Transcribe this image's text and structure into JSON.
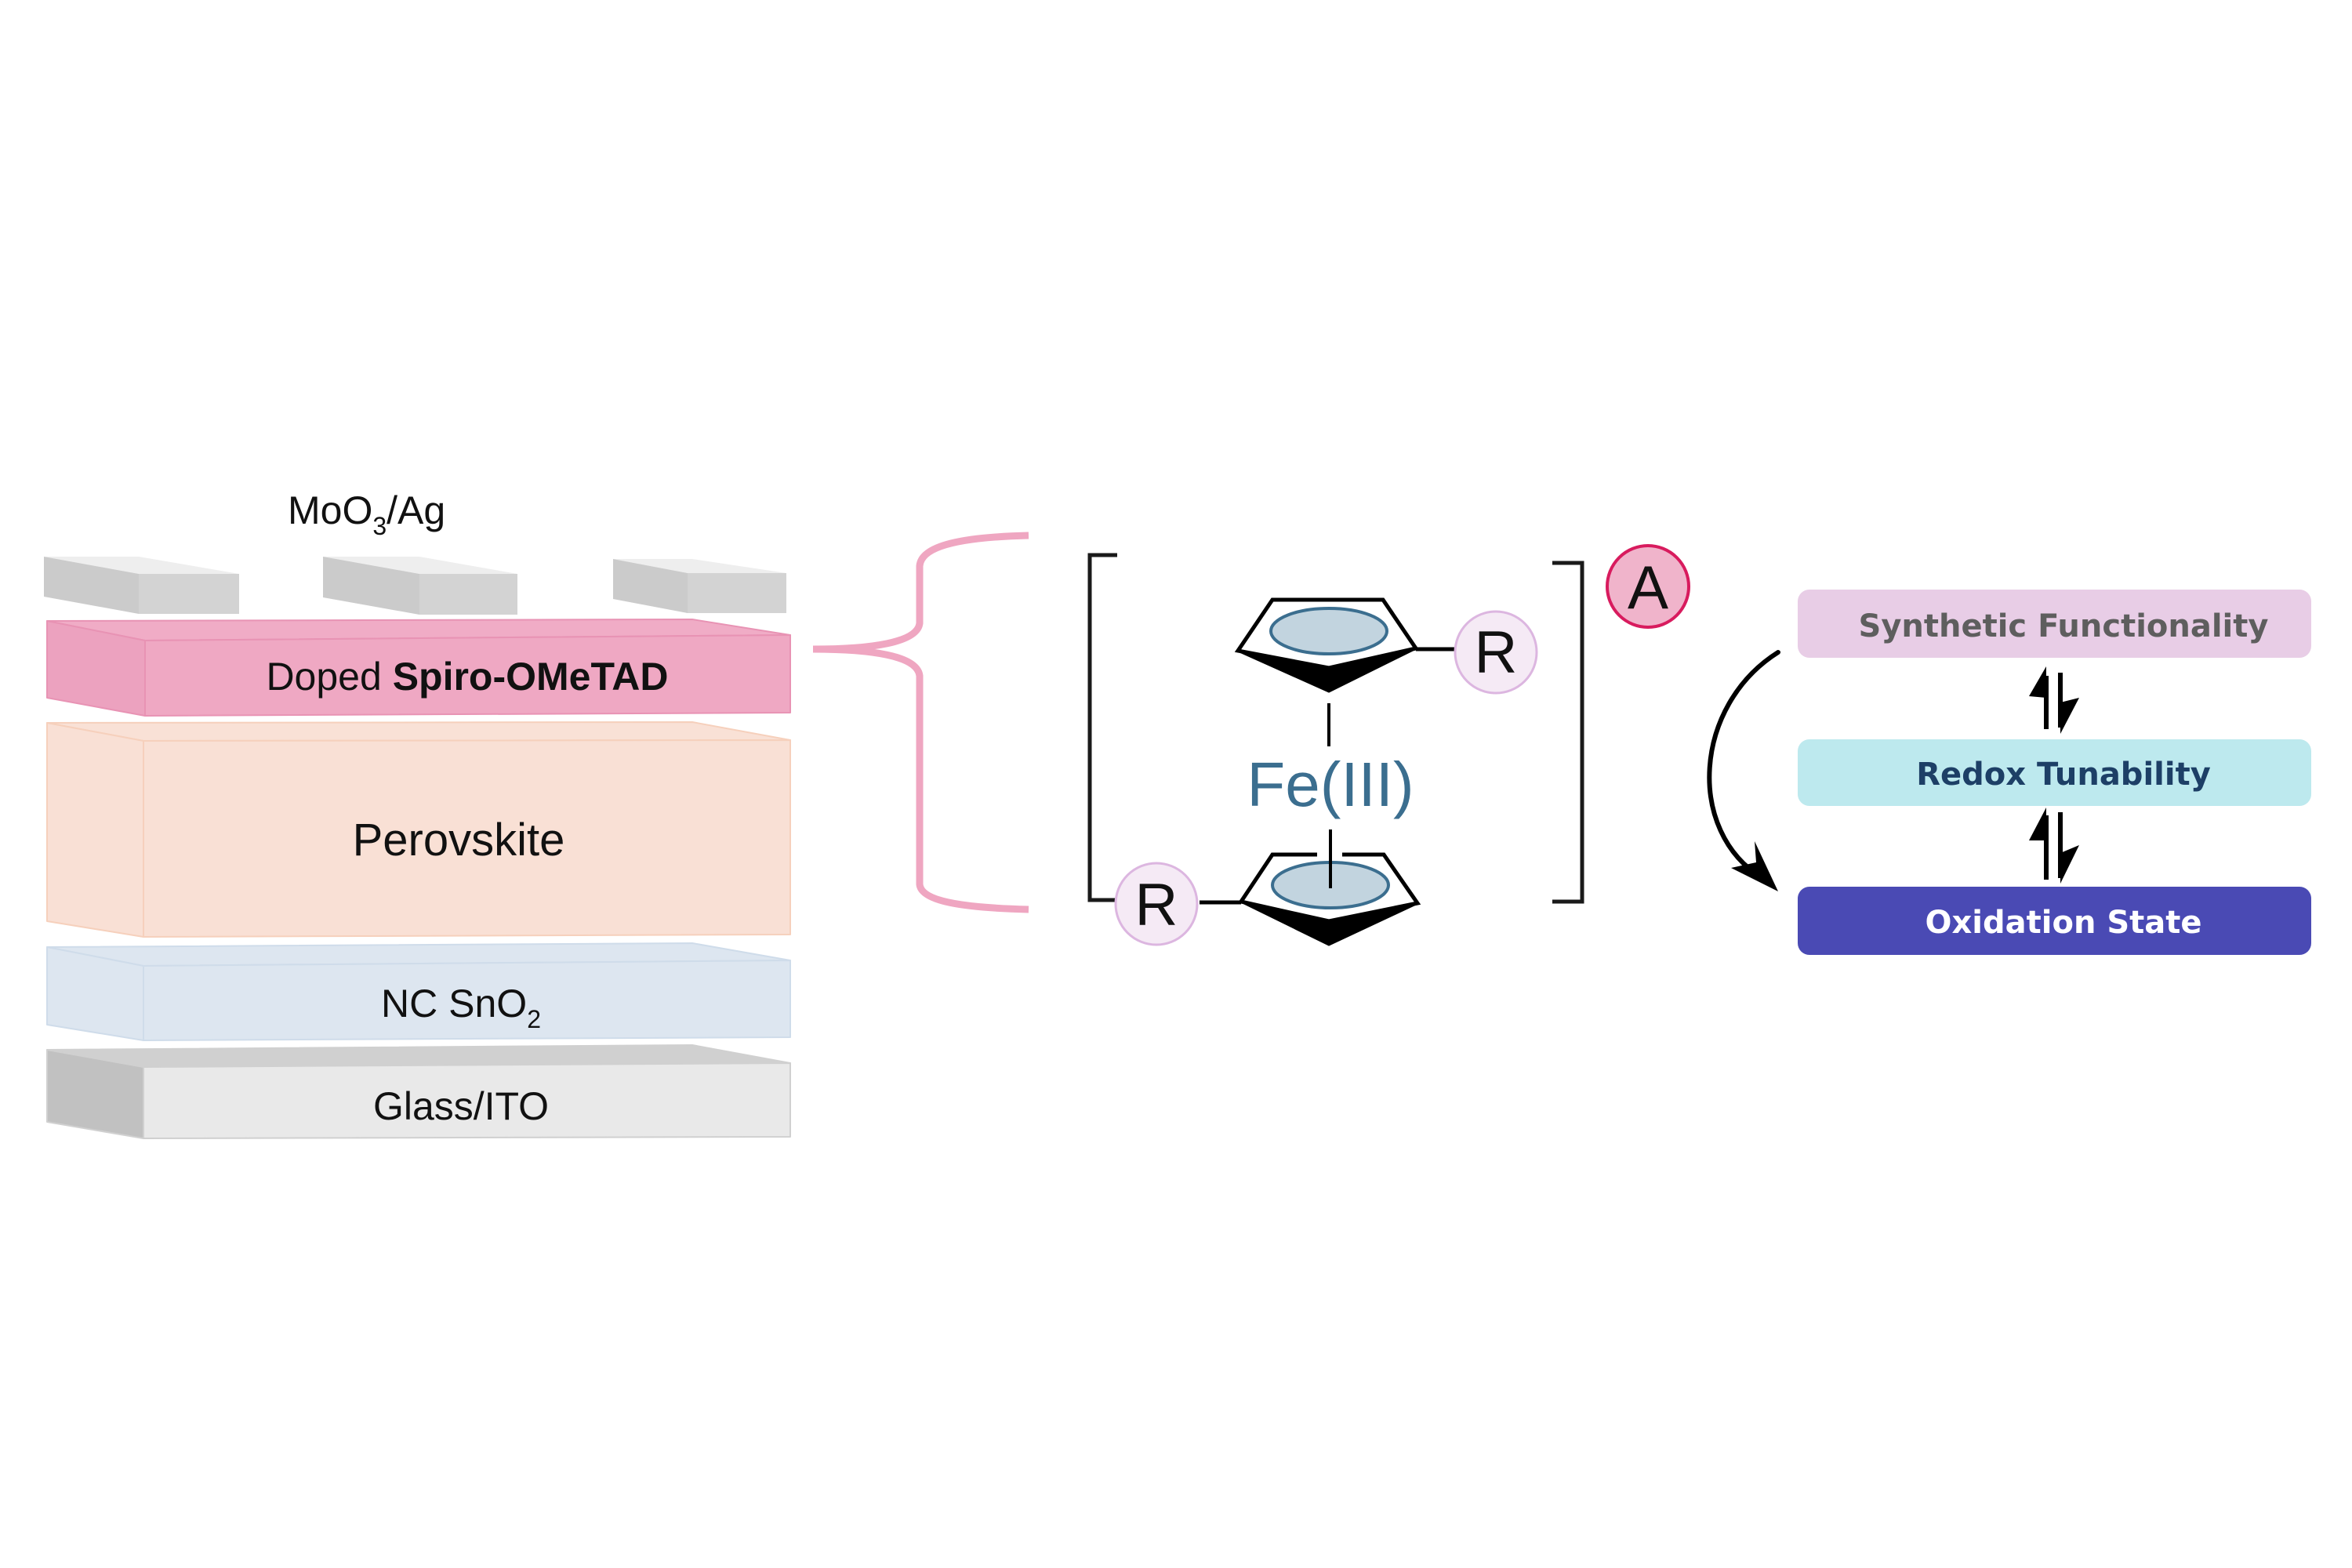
{
  "device_stack": {
    "electrode_label": {
      "main": "MoO",
      "sub": "3",
      "rest": "/Ag"
    },
    "electrode_count": 3,
    "layers": [
      {
        "id": "spiro",
        "prefix": "Doped ",
        "bold": "Spiro-OMeTAD",
        "colors": {
          "front": "#efa8c3",
          "side": "#eca2bf",
          "top": "#f0acc6",
          "edge": "#e893b4"
        }
      },
      {
        "id": "perovskite",
        "label": "Perovskite",
        "colors": {
          "front": "#f9e0d5",
          "side": "#f9e0d5",
          "top": "#f9e1d6",
          "edge": "#f6d0bc"
        }
      },
      {
        "id": "sno2",
        "label_main": "NC SnO",
        "label_sub": "2",
        "colors": {
          "front": "#dde6f0",
          "side": "#dde6f0",
          "top": "#dde6f0",
          "edge": "#cfdcea"
        }
      },
      {
        "id": "glass",
        "label": "Glass/ITO",
        "colors": {
          "front": "#e9e9e9",
          "side": "#c1c1c1",
          "top": "#d0d0d0",
          "edge": "#d0d0d0"
        }
      }
    ],
    "electrode_colors": {
      "front": "#d3d3d3",
      "side": "#cbcbcb",
      "top": "#eeeeee"
    }
  },
  "brace_color": "#efa6c1",
  "molecule": {
    "metal_label": "Fe(III)",
    "metal_color": "#3b6e8f",
    "substituent_label": "R",
    "substituent_fill": "#f5eaf5",
    "substituent_stroke": "#dcb6e0",
    "ring_fill": "#c2d4df",
    "ring_stroke": "#3b6e8f",
    "counter_anion_label": "A",
    "counter_anion_fill": "#f0b4cb",
    "counter_anion_stroke": "#d81b5e"
  },
  "properties": {
    "boxes": [
      {
        "label": "Synthetic Functionality",
        "fill": "#e8cde6",
        "text_color": "#5e5e5e"
      },
      {
        "label": "Redox Tunability",
        "fill": "#bde9ee",
        "text_color": "#1d3f66"
      },
      {
        "label": "Oxidation State",
        "fill": "#4a4ab4",
        "text_color": "#ffffff"
      }
    ]
  }
}
